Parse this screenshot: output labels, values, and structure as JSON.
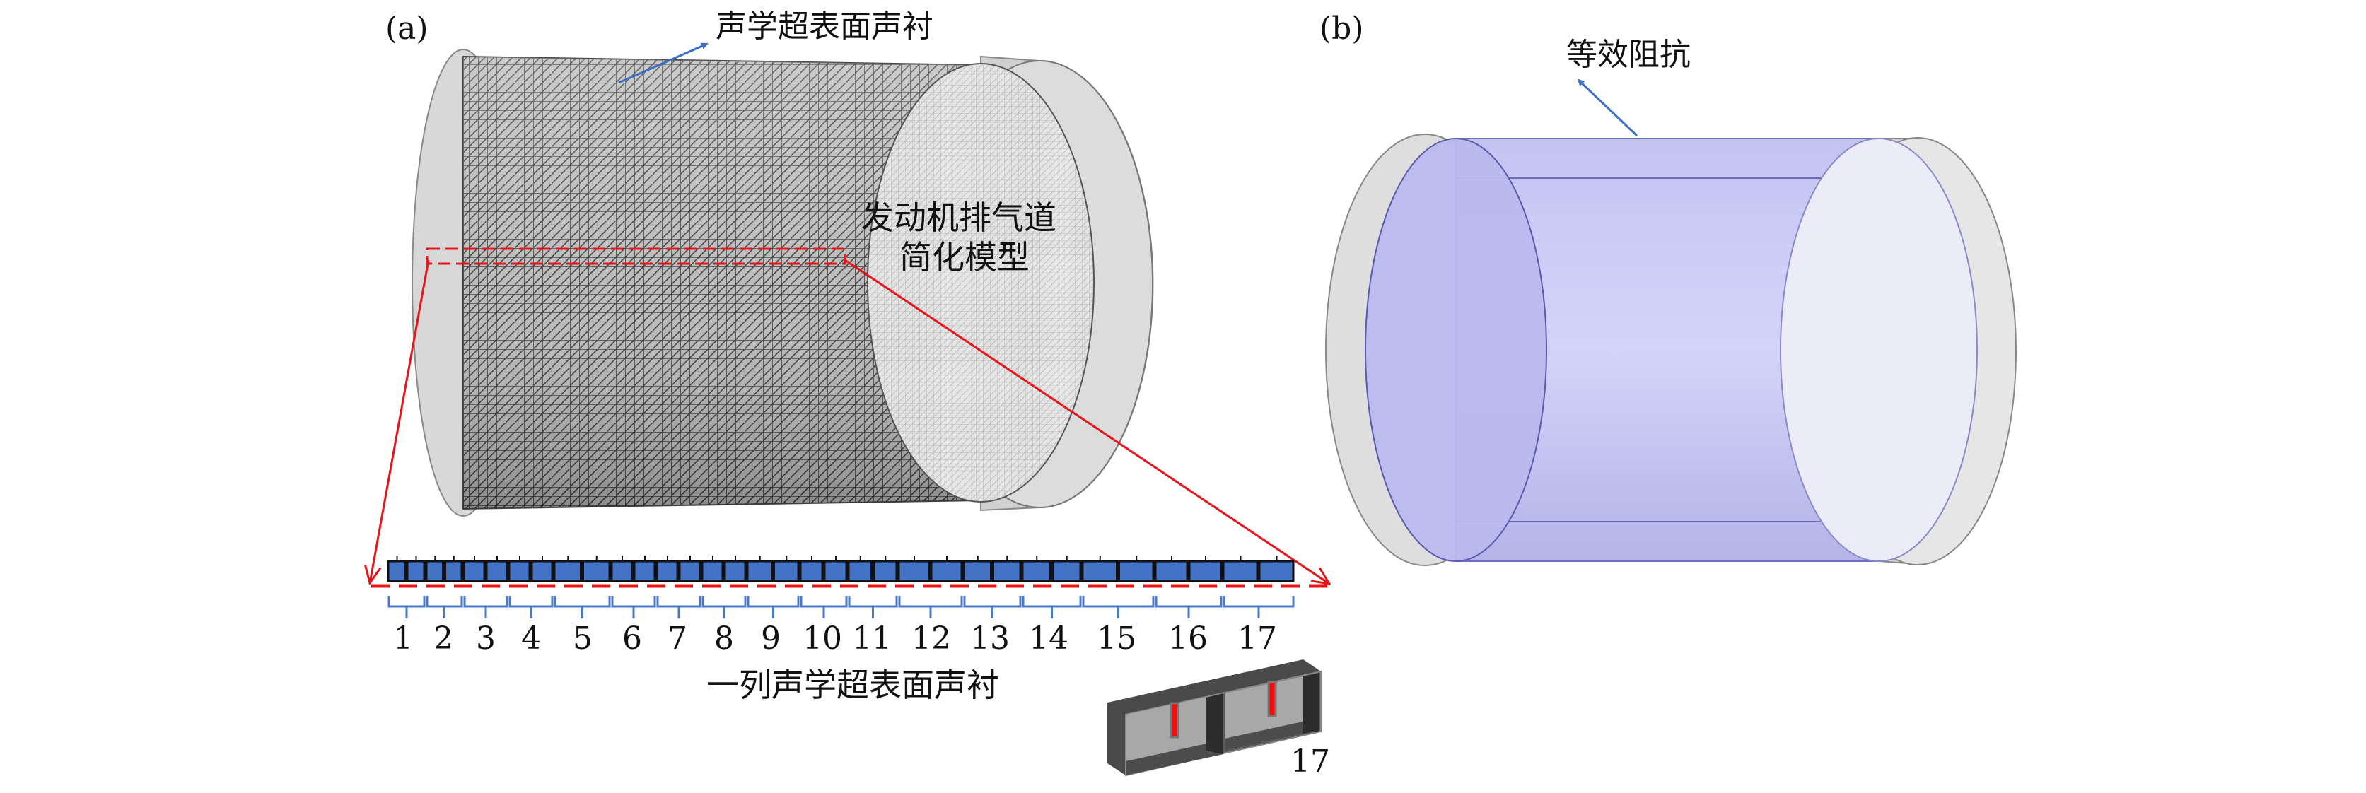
{
  "panel_a": {
    "label": "(a)",
    "metasurface_label": "声学超表面声衬",
    "engine_label_line1": "发动机排气道",
    "engine_label_line2": "简化模型",
    "column_caption": "一列声学超表面声衬",
    "unit_numbers": [
      "1",
      "2",
      "3",
      "4",
      "5",
      "6",
      "7",
      "8",
      "9",
      "10",
      "11",
      "12",
      "13",
      "14",
      "15",
      "16",
      "17"
    ],
    "inset_label": "17"
  },
  "panel_b": {
    "label": "(b)",
    "impedance_label": "等效阻抗"
  },
  "colors": {
    "highlight": "#e8141a",
    "block": "#4472c4",
    "brace": "#4a78c8",
    "impedance": "#b8b8f0",
    "arrow": "#3a6fc4"
  }
}
